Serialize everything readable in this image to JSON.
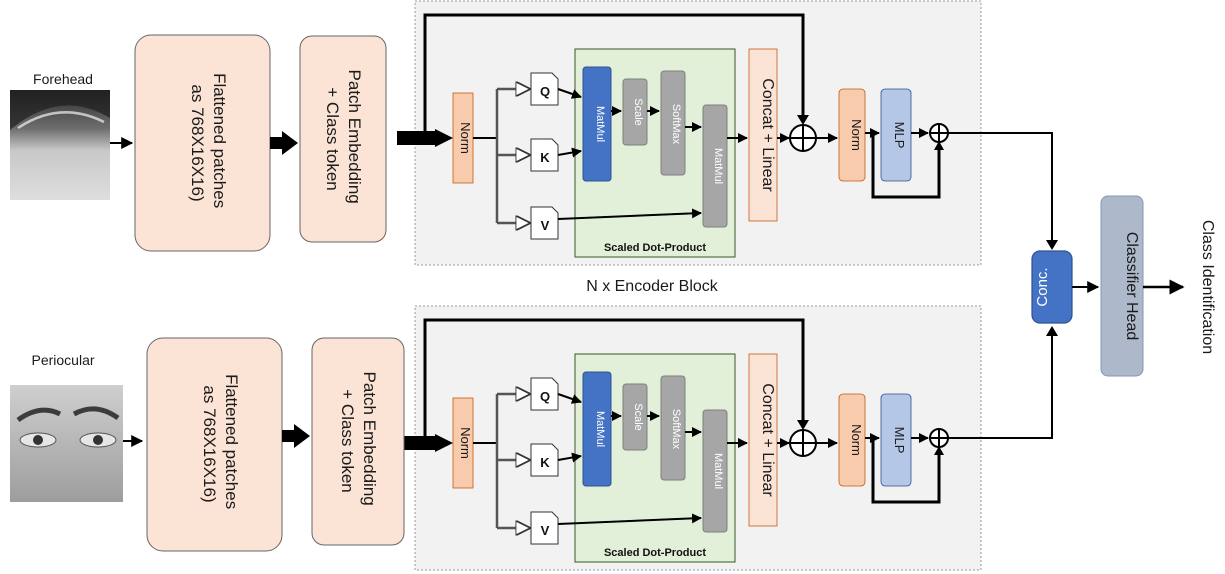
{
  "inputs": [
    {
      "label": "Forehead",
      "image": "forehead-photo"
    },
    {
      "label": "Periocular",
      "image": "periocular-photo"
    }
  ],
  "boxes": {
    "flatten": [
      "Flattened patches",
      "as 768X16X16)"
    ],
    "embed": [
      "Patch Embedding",
      "+ Class token"
    ],
    "norm": "Norm",
    "q": "Q",
    "k": "K",
    "v": "V",
    "matmul": "MatMul",
    "scale": "Scale",
    "softmax": "SoftMax",
    "sdp_caption": "Scaled Dot-Product",
    "concat": "Concat + Linear",
    "mlp": "MLP"
  },
  "encoder_caption": "N x Encoder Block",
  "conc": "Conc.",
  "classifier": "Classifier Head",
  "output_label": "Class Identification",
  "colors": {
    "peach": "#fbe3d6",
    "norm": "#f8cbad",
    "blue": "#4472c4",
    "light_blue": "#b4c7e7",
    "gray": "#a6a6a6",
    "green": "#e2f0d9",
    "panel": "#f2f2f2",
    "slate": "#adb9ca"
  }
}
